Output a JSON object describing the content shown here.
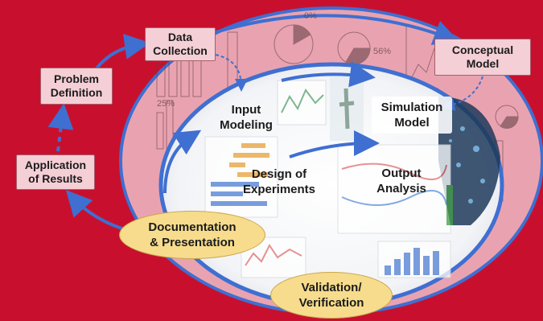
{
  "steps": {
    "data_collection": "Data\nCollection",
    "problem_definition": "Problem\nDefinition",
    "application_of_results": "Application\nof Results",
    "conceptual_model": "Conceptual\nModel",
    "simulation_model": "Simulation\nModel",
    "input_modeling": "Input\nModeling",
    "design_of_experiments": "Design of\nExperiments",
    "output_analysis": "Output\nAnalysis",
    "documentation_presentation": "Documentation\n& Presentation",
    "validation_verification": "Validation/\nVerification"
  },
  "background_labels": {
    "pie_percent_top": "0%",
    "pie_percent_right": "56%",
    "bar_percent_left": "25%"
  },
  "colors": {
    "background": "#c8102e",
    "outer_ring_fill": "#e9a3b0",
    "arrow": "#3f6fd1",
    "step_box": "#f4cfd6",
    "oval": "#f6dc8c"
  }
}
